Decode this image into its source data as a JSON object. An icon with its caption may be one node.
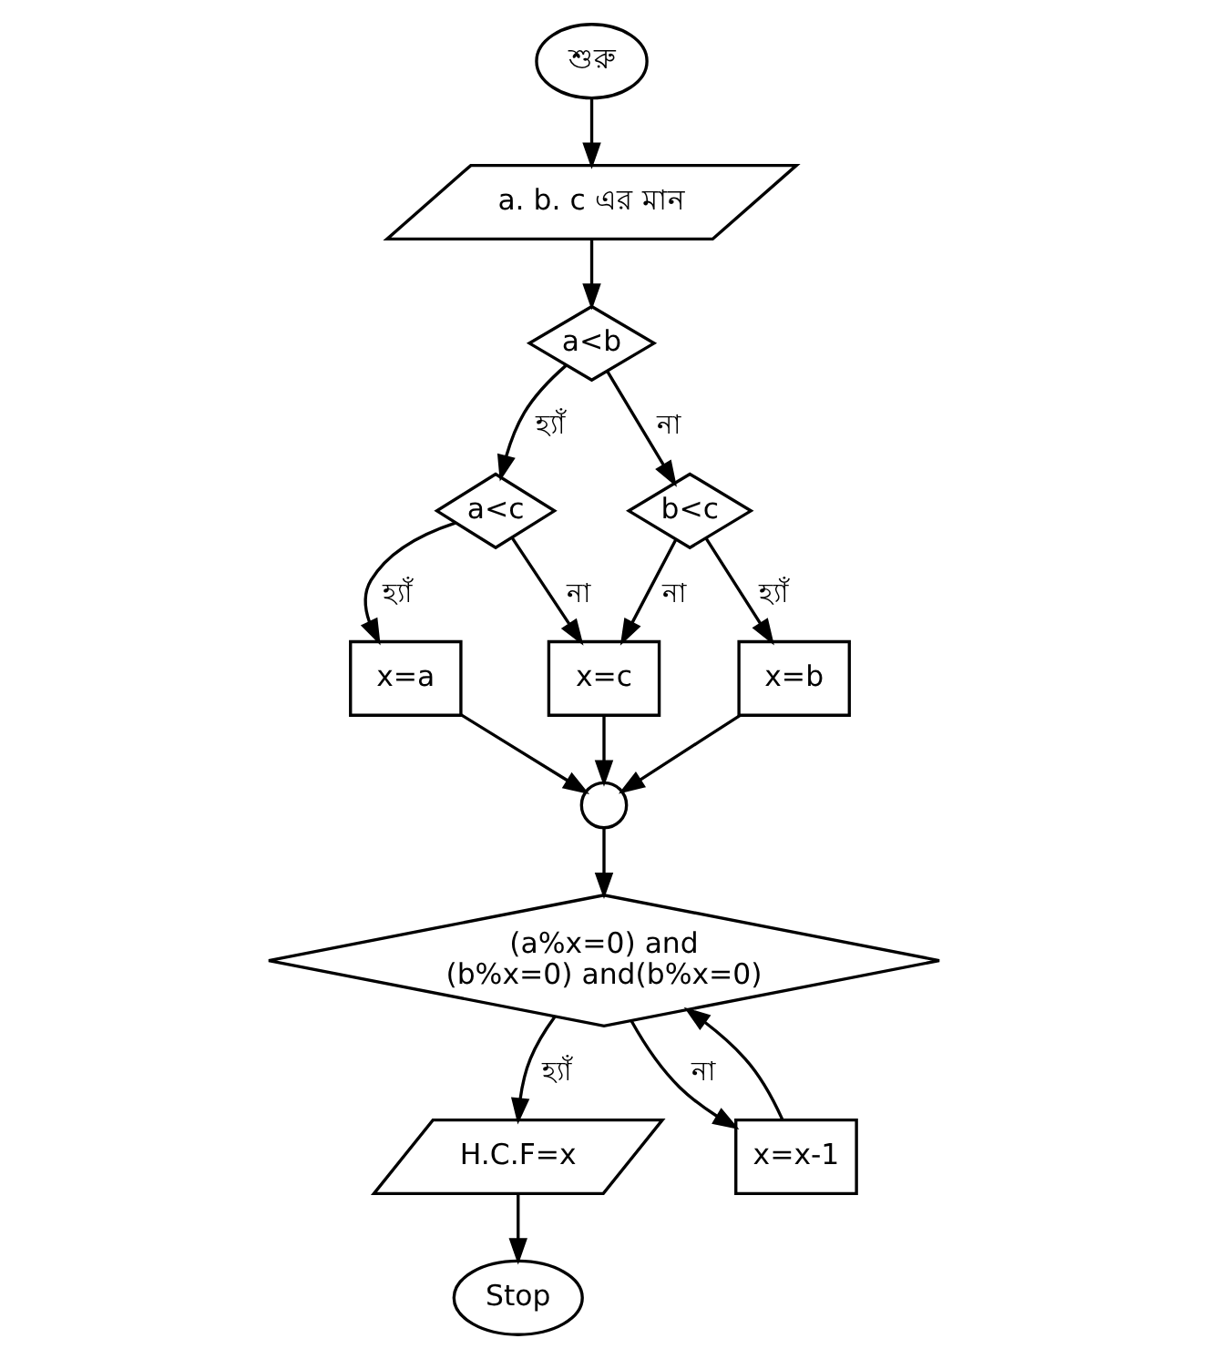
{
  "diagram": {
    "nodes": [
      {
        "text": [
          "শুরু"
        ]
      },
      {
        "text": [
          "a. b. c এর মান"
        ]
      },
      {
        "text": [
          "a<b"
        ]
      },
      {
        "text": [
          "a<c"
        ]
      },
      {
        "text": [
          "b<c"
        ]
      },
      {
        "text": [
          "x=a"
        ]
      },
      {
        "text": [
          "x=c"
        ]
      },
      {
        "text": [
          "x=b"
        ]
      },
      {
        "text": [],
        "shape": "circle"
      },
      {
        "text": [
          "(a%x=0) and (b%x=0) and(b%x=0)"
        ]
      },
      {
        "text": [
          "H.C.F=x"
        ]
      },
      {
        "text": [
          "x=x-1"
        ]
      },
      {
        "text": [
          "Stop"
        ]
      }
    ],
    "edges": [
      {
        "from": 0,
        "to": 1,
        "arrow": "to"
      },
      {
        "from": 1,
        "to": 2,
        "arrow": "to"
      },
      {
        "from": 2,
        "to": 3,
        "arrow": "to",
        "label": "হ্যাঁ"
      },
      {
        "from": 2,
        "to": 4,
        "arrow": "to",
        "label": "না"
      },
      {
        "from": 3,
        "to": 5,
        "arrow": "to",
        "label": "হ্যাঁ"
      },
      {
        "from": 3,
        "to": 6,
        "arrow": "to",
        "label": "না"
      },
      {
        "from": 4,
        "to": 6,
        "arrow": "to",
        "label": "না"
      },
      {
        "from": 4,
        "to": 7,
        "arrow": "to",
        "label": "হ্যাঁ"
      },
      {
        "from": 5,
        "to": 8,
        "arrow": "to"
      },
      {
        "from": 6,
        "to": 8,
        "arrow": "to"
      },
      {
        "from": 7,
        "to": 8,
        "arrow": "to"
      },
      {
        "from": 8,
        "to": 9,
        "arrow": "to"
      },
      {
        "from": 9,
        "to": 10,
        "arrow": "to",
        "label": "হ্যাঁ"
      },
      {
        "from": 9,
        "to": 11,
        "arrow": "to",
        "label": "না"
      },
      {
        "from": 11,
        "to": 9,
        "arrow": "to"
      },
      {
        "from": 10,
        "to": 12,
        "arrow": "to"
      }
    ]
  }
}
